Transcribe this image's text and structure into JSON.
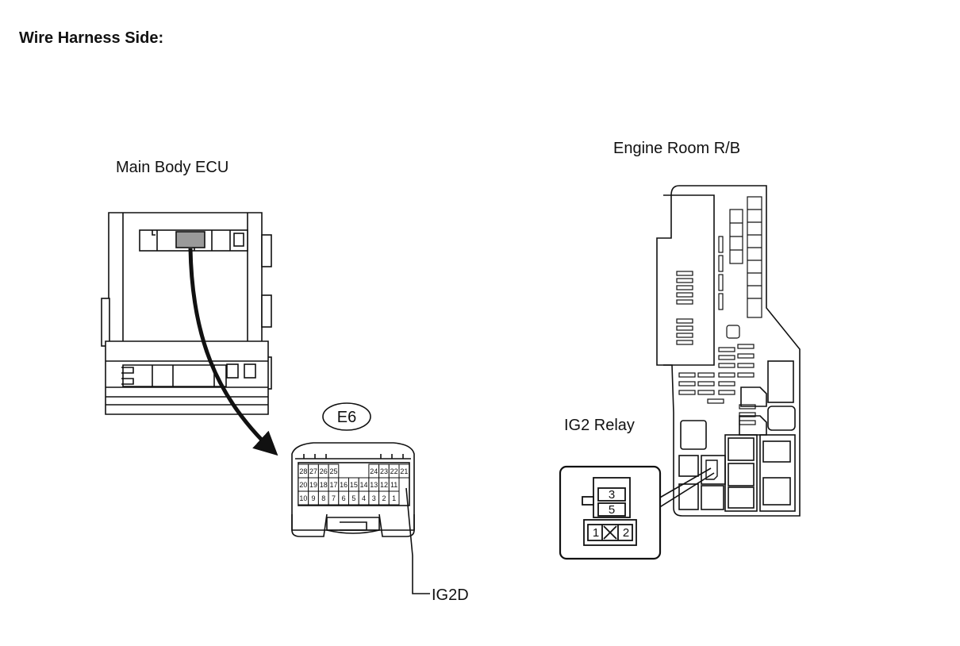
{
  "heading": "Wire Harness Side:",
  "labels": {
    "main_body_ecu": "Main Body ECU",
    "engine_room_rb": "Engine Room R/B",
    "ig2_relay": "IG2 Relay",
    "connector_id": "E6",
    "terminal_name": "IG2D"
  },
  "connector_e6": {
    "rows": [
      [
        "28",
        "27",
        "26",
        "25",
        "",
        "",
        "",
        "24",
        "23",
        "22",
        "21"
      ],
      [
        "20",
        "19",
        "18",
        "17",
        "16",
        "15",
        "14",
        "13",
        "12",
        "11"
      ],
      [
        "10",
        "9",
        "8",
        "7",
        "6",
        "5",
        "4",
        "3",
        "2",
        "1"
      ]
    ]
  },
  "relay_terminals": [
    "3",
    "5",
    "1",
    "2"
  ]
}
